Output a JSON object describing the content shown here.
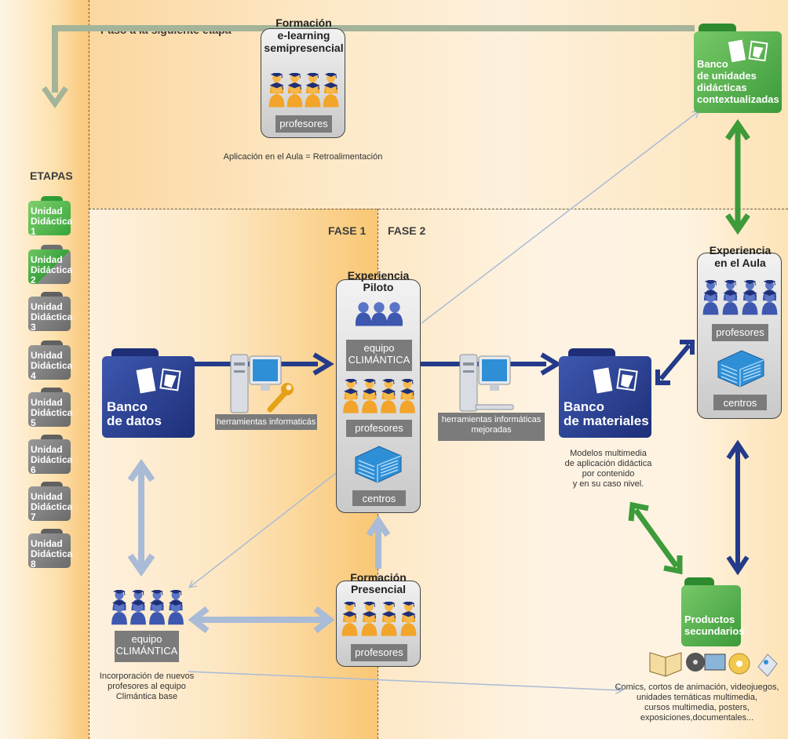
{
  "header": {
    "next_stage": "Paso a la siguiente etapa",
    "etapas_title": "ETAPAS",
    "fase1": "FASE 1",
    "fase2": "FASE 2"
  },
  "etapas": [
    {
      "line1": "Unidad",
      "line2": "Didáctica 1",
      "state": "active"
    },
    {
      "line1": "Unidad",
      "line2": "Didáctica 2",
      "state": "partial"
    },
    {
      "line1": "Unidad",
      "line2": "Didáctica 3",
      "state": "inactive"
    },
    {
      "line1": "Unidad",
      "line2": "Didáctica 4",
      "state": "inactive"
    },
    {
      "line1": "Unidad",
      "line2": "Didáctica 5",
      "state": "inactive"
    },
    {
      "line1": "Unidad",
      "line2": "Didáctica 6",
      "state": "inactive"
    },
    {
      "line1": "Unidad",
      "line2": "Didáctica 7",
      "state": "inactive"
    },
    {
      "line1": "Unidad",
      "line2": "Didáctica 8",
      "state": "inactive"
    }
  ],
  "elearning": {
    "title1": "Formación",
    "title2": "e-learning",
    "title3": "semipresencial",
    "label": "profesores",
    "caption": "Aplicación en el Aula = Retroalimentación"
  },
  "banco_unidades": {
    "line1": "Banco",
    "line2": "de unidades",
    "line3": "didácticas",
    "line4": "contextualizadas"
  },
  "banco_datos": {
    "line1": "Banco",
    "line2": "de datos"
  },
  "banco_materiales": {
    "line1": "Banco",
    "line2": "de materiales",
    "caption": [
      "Modelos multimedia",
      "de aplicación didáctica",
      "por contenido",
      "y en su caso nivel."
    ]
  },
  "tools1": {
    "label": "herramientas informaticás"
  },
  "tools2": {
    "line1": "herramientas informáticas",
    "line2": "mejoradas"
  },
  "piloto": {
    "title1": "Experiencia",
    "title2": "Piloto",
    "equipo1": "equipo",
    "equipo2": "CLIMÁNTICA",
    "profesores": "profesores",
    "centros": "centros"
  },
  "aula": {
    "title1": "Experiencia",
    "title2": "en el Aula",
    "profesores": "profesores",
    "centros": "centros"
  },
  "presencial": {
    "title1": "Formación",
    "title2": "Presencial",
    "profesores": "profesores"
  },
  "equipo_base": {
    "line1": "equipo",
    "line2": "CLIMÁNTICA",
    "caption": [
      "Incorporación de nuevos",
      "profesores al equipo",
      "Climántica base"
    ]
  },
  "productos": {
    "line1": "Productos",
    "line2": "secundarios",
    "caption": [
      "Comics, cortos de animación, videojuegos,",
      "unidades temáticas multimedia,",
      "cursos multimedia, posters,",
      "exposiciones,documentales..."
    ]
  },
  "colors": {
    "orange_band": "#f9c978",
    "light_band": "#fde8c4",
    "green": "#3d9b3a",
    "navy": "#243a8a",
    "pale_arrow": "#a9bbd6",
    "green_gray_arrow": "#a3b49a",
    "gray_box": "#cfcfcf"
  }
}
